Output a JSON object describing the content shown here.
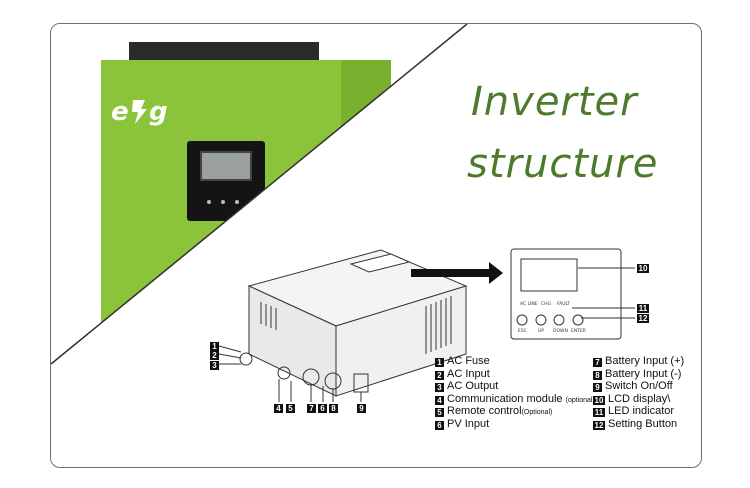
{
  "heading": {
    "line1": "Inverter",
    "line2": "structure"
  },
  "brand_logo": "esg",
  "colors": {
    "green": "#8bc43a",
    "title_green": "#4e7a2c",
    "black": "#111111"
  },
  "panel_labels": {
    "ac_line": "AC LINE",
    "chg": "CHG",
    "fault": "FAULT",
    "esc": "ESC",
    "up": "UP",
    "down": "DOWN",
    "enter": "ENTER"
  },
  "callouts": {
    "side": [
      "1",
      "2",
      "3"
    ],
    "bottom": [
      "4",
      "5",
      "7",
      "6",
      "8",
      "9"
    ],
    "panel": [
      "10",
      "11",
      "12"
    ]
  },
  "legend_left": [
    {
      "n": "1",
      "text": "AC Fuse",
      "opt": ""
    },
    {
      "n": "2",
      "text": "AC Input",
      "opt": ""
    },
    {
      "n": "3",
      "text": "AC Output",
      "opt": ""
    },
    {
      "n": "4",
      "text": "Communication module",
      "opt": "(optional)"
    },
    {
      "n": "5",
      "text": "Remote control",
      "opt": "(Optional)"
    },
    {
      "n": "6",
      "text": "PV Input",
      "opt": ""
    }
  ],
  "legend_right": [
    {
      "n": "7",
      "text": "Battery Input (+)"
    },
    {
      "n": "8",
      "text": "Battery Input (-)"
    },
    {
      "n": "9",
      "text": "Switch On/Off"
    },
    {
      "n": "10",
      "text": "LCD display\\"
    },
    {
      "n": "11",
      "text": "LED indicator"
    },
    {
      "n": "12",
      "text": "Setting Button"
    }
  ]
}
